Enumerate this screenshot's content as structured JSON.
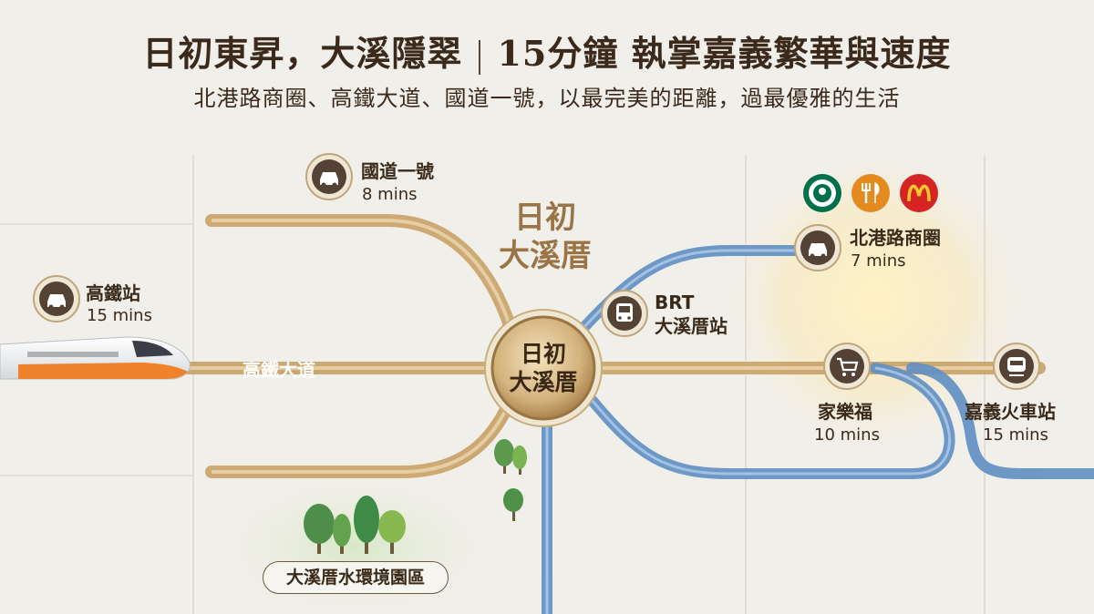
{
  "header": {
    "title_left": "日初東昇，大溪隱翠",
    "title_right": "15分鐘 執掌嘉義繁華與速度",
    "subtitle": "北港路商圈、高鐵大道、國道一號，以最完美的距離，過最優雅的生活"
  },
  "hub": {
    "heading_line1": "日初",
    "heading_line2": "大溪厝",
    "badge_line1": "日初",
    "badge_line2": "大溪厝"
  },
  "roads": {
    "hsr_avenue": "高鐵大道"
  },
  "destinations": {
    "hsr_station": {
      "name": "高鐵站",
      "time": "15 mins",
      "icon": "car-icon"
    },
    "freeway": {
      "name": "國道一號",
      "time": "8 mins",
      "icon": "car-icon"
    },
    "brt": {
      "name_line1": "BRT",
      "name_line2": "大溪厝站",
      "icon": "bus-icon"
    },
    "beigang": {
      "name": "北港路商圈",
      "time": "7 mins",
      "icon": "car-icon"
    },
    "carrefour": {
      "name": "家樂福",
      "time": "10 mins",
      "icon": "cart-icon"
    },
    "train_station": {
      "name": "嘉義火車站",
      "time": "15 mins",
      "icon": "train-icon"
    }
  },
  "amenity_icons": [
    "starbucks-icon",
    "restaurant-icon",
    "mcdonalds-icon"
  ],
  "park": {
    "name": "大溪厝水環境園區"
  },
  "colors": {
    "gold_route": "#caa46e",
    "blue_route": "#5f8fc3",
    "hub_gold": "#b48d55",
    "text_dark": "#3a2a1a",
    "center_text": "#9b7445",
    "mcdonalds_red": "#d62424",
    "restaurant_orange": "#e48a1f",
    "starbucks_green": "#00704a"
  }
}
